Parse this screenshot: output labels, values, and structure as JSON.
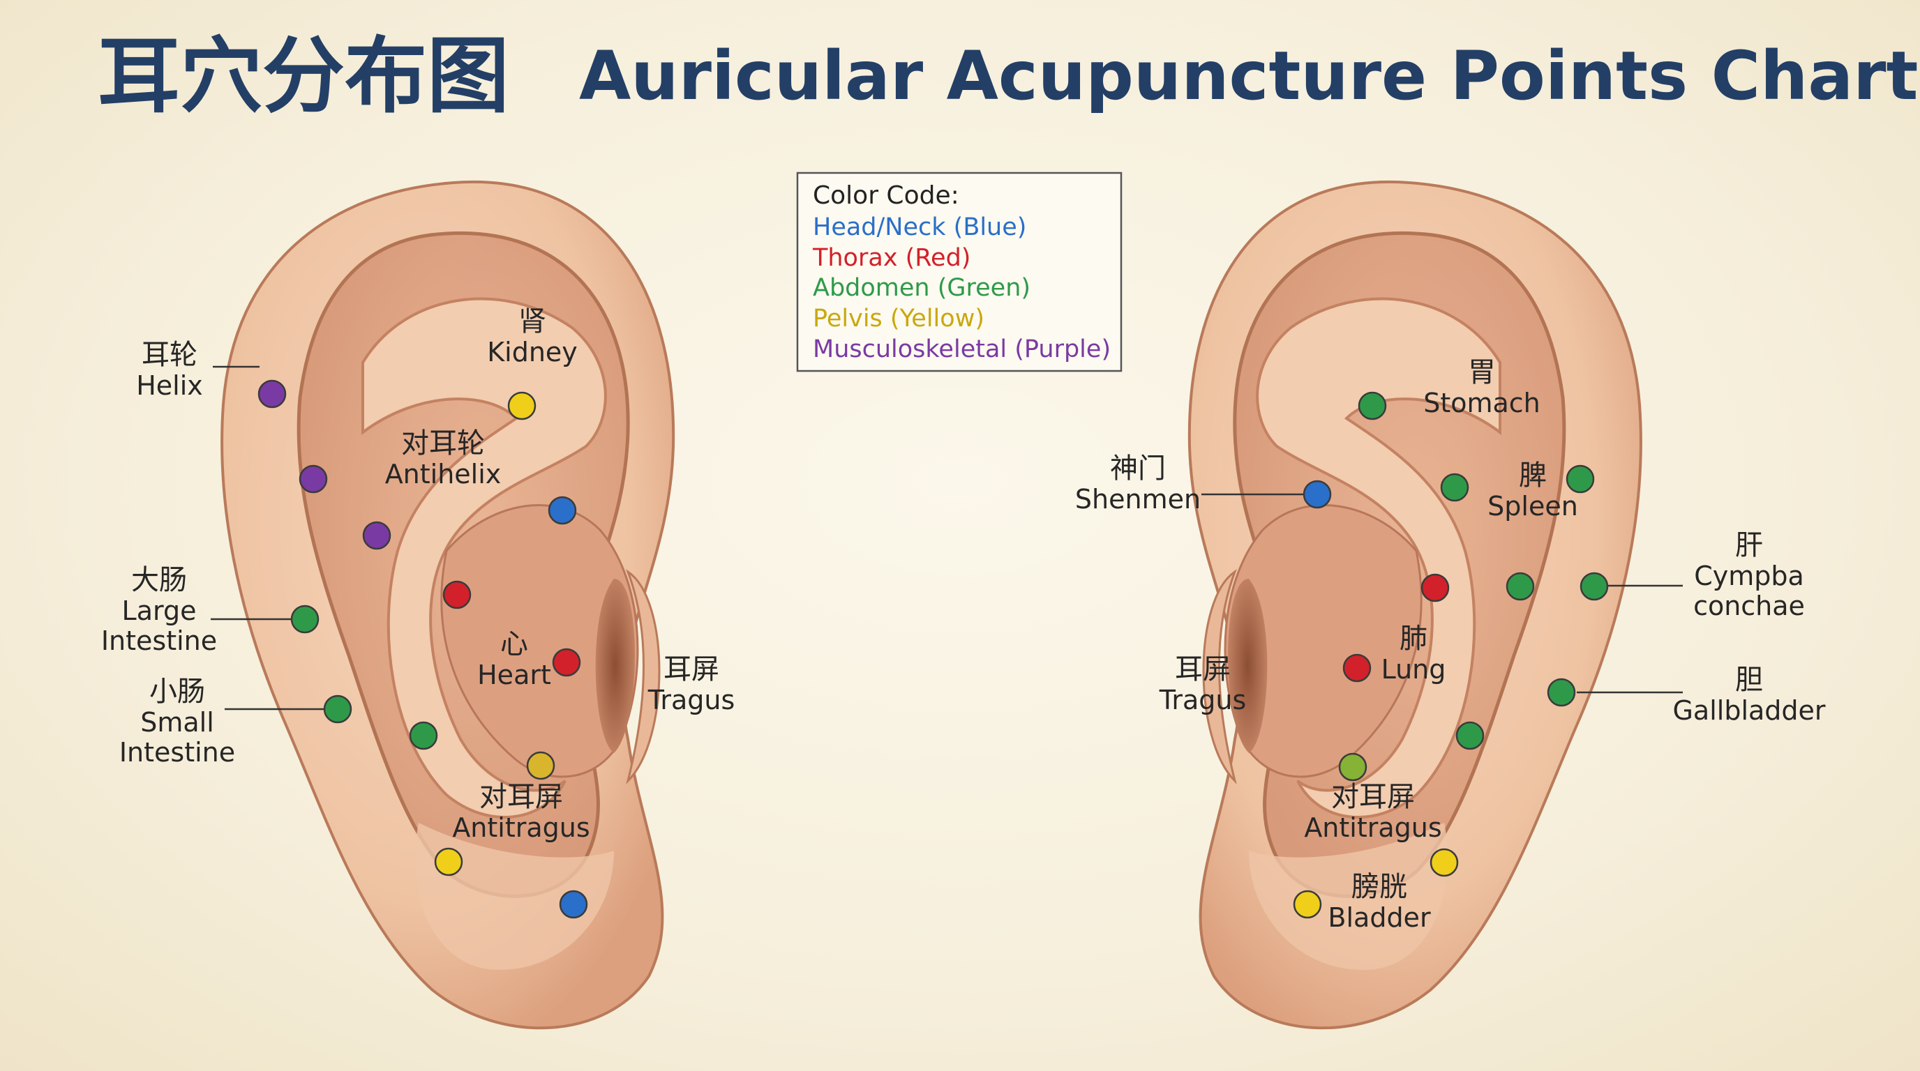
{
  "title": {
    "chinese": "耳穴分布图",
    "english": "Auricular Acupuncture Points Chart"
  },
  "colors": {
    "blue": "#2a6fc9",
    "red": "#d2212a",
    "green": "#2e9a49",
    "yellow": "#f0cf1a",
    "purple": "#7a3aa3",
    "olive_green": "#86b236",
    "mustard": "#d9b52d",
    "title": "#233f66",
    "skin": "#efc6a6",
    "skin_shadow": "#c98b6b"
  },
  "legend": {
    "heading": "Color Code:",
    "items": [
      {
        "text": "Head/Neck (Blue)",
        "color": "#2a6fc9"
      },
      {
        "text": "Thorax (Red)",
        "color": "#d2212a"
      },
      {
        "text": "Abdomen (Green)",
        "color": "#2e9a49"
      },
      {
        "text": "Pelvis (Yellow)",
        "color": "#c9a80e"
      },
      {
        "text": "Musculoskeletal (Purple)",
        "color": "#7a3aa3"
      }
    ]
  },
  "left_ear": {
    "labels": [
      {
        "zh": "耳轮",
        "en": [
          "Helix"
        ]
      },
      {
        "zh": "肾",
        "en": [
          "Kidney"
        ]
      },
      {
        "zh": "对耳轮",
        "en": [
          "Antihelix"
        ]
      },
      {
        "zh": "大肠",
        "en": [
          "Large",
          "Intestine"
        ]
      },
      {
        "zh": "小肠",
        "en": [
          "Small",
          "Intestine"
        ]
      },
      {
        "zh": "心",
        "en": [
          "Heart"
        ]
      },
      {
        "zh": "耳屏",
        "en": [
          "Tragus"
        ]
      },
      {
        "zh": "对耳屏",
        "en": [
          "Antitragus"
        ]
      }
    ]
  },
  "right_ear": {
    "labels": [
      {
        "zh": "胃",
        "en": [
          "Stomach"
        ]
      },
      {
        "zh": "神门",
        "en": [
          "Shenmen"
        ]
      },
      {
        "zh": "脾",
        "en": [
          "Spleen"
        ]
      },
      {
        "zh": "肝",
        "en": [
          "Cympba",
          "conchae"
        ]
      },
      {
        "zh": "肺",
        "en": [
          "Lung"
        ]
      },
      {
        "zh": "耳屏",
        "en": [
          "Tragus"
        ]
      },
      {
        "zh": "胆",
        "en": [
          "Gallbladder"
        ]
      },
      {
        "zh": "对耳屏",
        "en": [
          "Antitragus"
        ]
      },
      {
        "zh": "膀胱",
        "en": [
          "Bladder"
        ]
      }
    ]
  }
}
